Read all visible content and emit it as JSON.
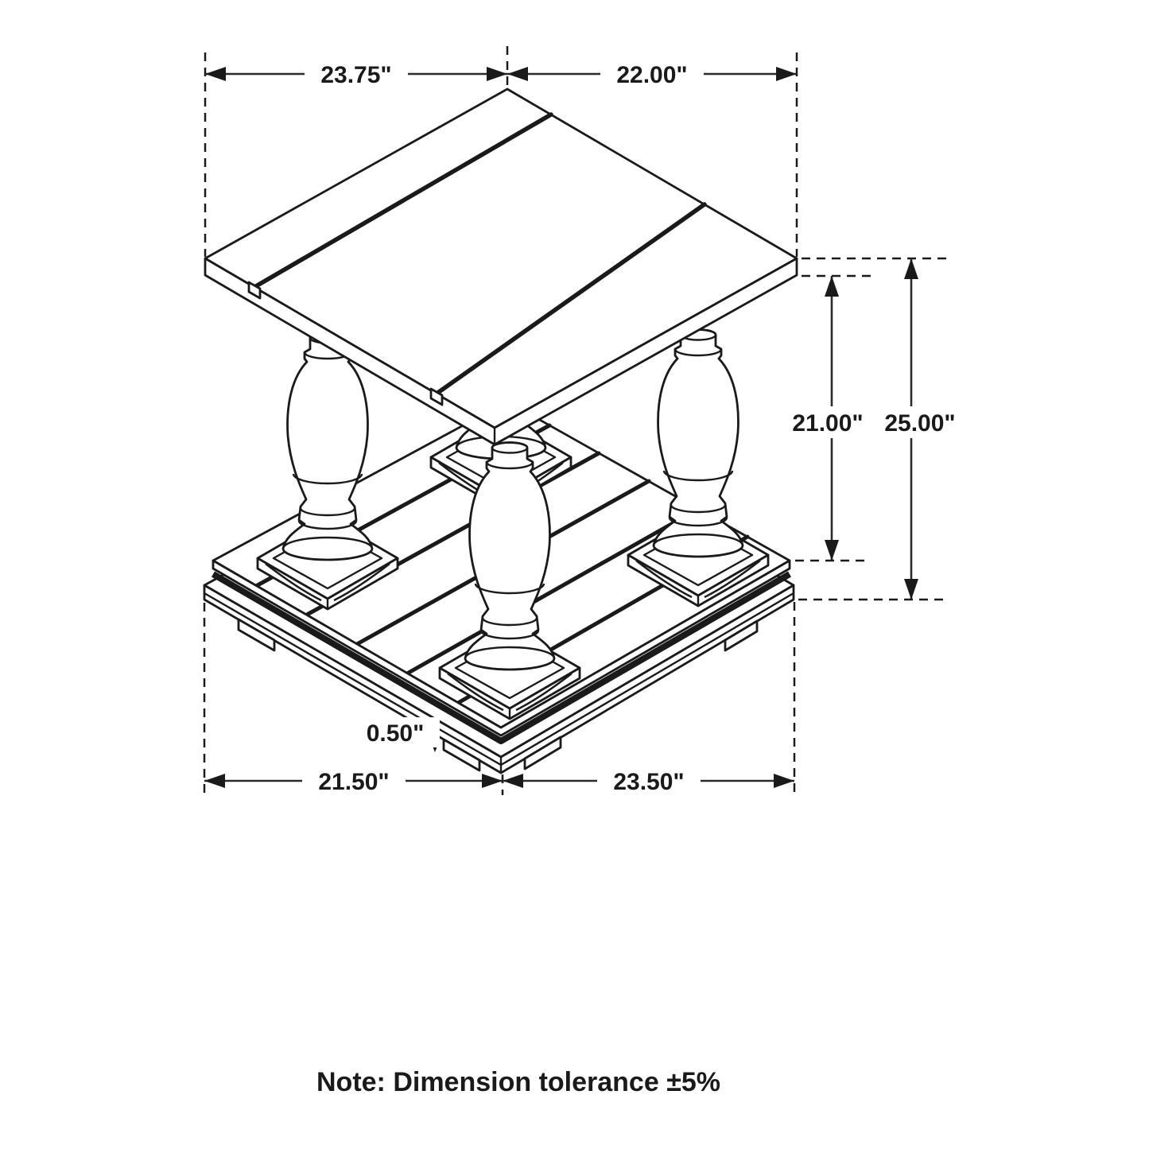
{
  "colors": {
    "line": "#1a1a1a",
    "background": "#ffffff"
  },
  "dimension_labels": {
    "top_left": "23.75\"",
    "top_right": "22.00\"",
    "inner_height": "21.00\"",
    "overall_height": "25.00\"",
    "foot_height": "0.50\"",
    "bottom_left": "21.50\"",
    "bottom_right": "23.50\""
  },
  "note": "Note: Dimension tolerance ±5%"
}
